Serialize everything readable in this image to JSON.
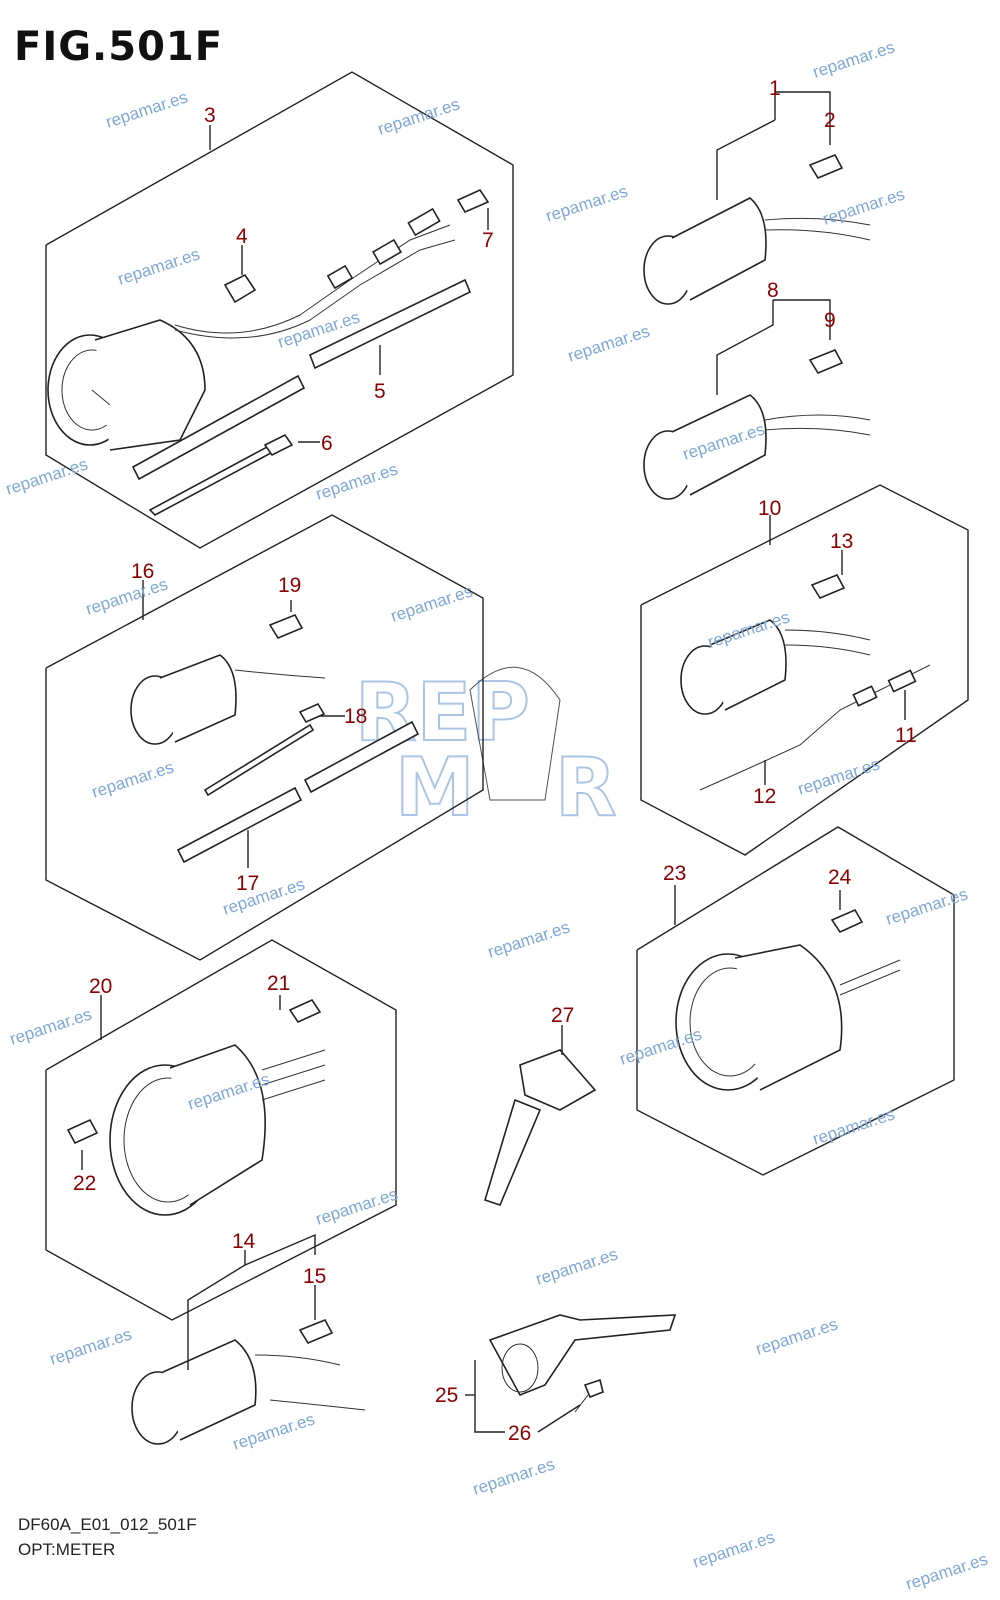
{
  "figure": {
    "title": "FIG.501F",
    "model_code": "DF60A_E01_012_501F",
    "section": "OPT:METER"
  },
  "watermark": {
    "text": "repamar.es",
    "logo": "REPAMAR"
  },
  "callouts": [
    "1",
    "2",
    "3",
    "4",
    "5",
    "6",
    "7",
    "8",
    "9",
    "10",
    "11",
    "12",
    "13",
    "14",
    "15",
    "16",
    "17",
    "18",
    "19",
    "20",
    "21",
    "22",
    "23",
    "24",
    "25",
    "26",
    "27"
  ],
  "icons": [
    "meter-gauge-icon",
    "bulb-icon",
    "wire-harness-icon",
    "tube-icon",
    "cable-tie-icon",
    "bracket-icon",
    "sensor-icon",
    "screw-icon"
  ],
  "colors": {
    "callout": "#8b0000",
    "watermark": "#7fa8d8",
    "line": "#222222"
  }
}
